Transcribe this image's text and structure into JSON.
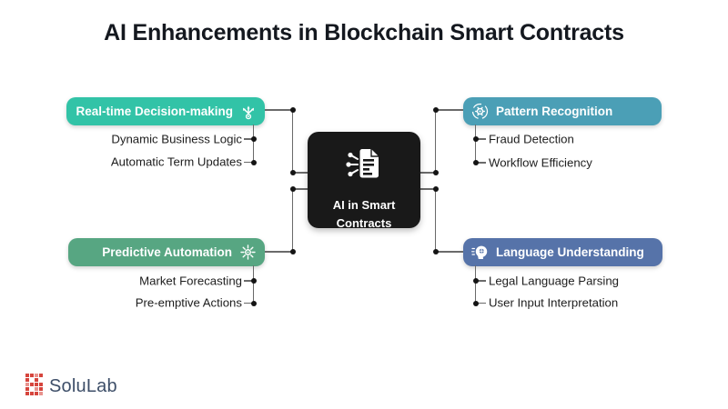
{
  "title": "AI Enhancements in Blockchain Smart Contracts",
  "center_node": {
    "line1": "AI in Smart",
    "line2": "Contracts",
    "icon": "ai-document-icon",
    "bg_color": "#191919",
    "text_color": "#ffffff"
  },
  "branches": {
    "realtime": {
      "label": "Real-time Decision-making",
      "color": "#32C3A7",
      "icon": "branch-split-icon",
      "items": [
        "Dynamic Business Logic",
        "Automatic Term Updates"
      ]
    },
    "pattern": {
      "label": "Pattern Recognition",
      "color": "#4B9FB6",
      "icon": "gear-cycle-icon",
      "items": [
        "Fraud Detection",
        "Workflow Efficiency"
      ]
    },
    "predictive": {
      "label": "Predictive Automation",
      "color": "#57A682",
      "icon": "gear-burst-icon",
      "items": [
        "Market Forecasting",
        "Pre-emptive Actions"
      ]
    },
    "language": {
      "label": "Language Understanding",
      "color": "#5673A9",
      "icon": "ai-head-icon",
      "items": [
        "Legal Language Parsing",
        "User Input Interpretation"
      ]
    }
  },
  "connector_color": "#6a6a6a",
  "logo": {
    "text": "SoluLab",
    "icon": "solulab-pixel-logo-icon",
    "icon_color": "#D6453D",
    "text_color": "#3D4E68"
  }
}
